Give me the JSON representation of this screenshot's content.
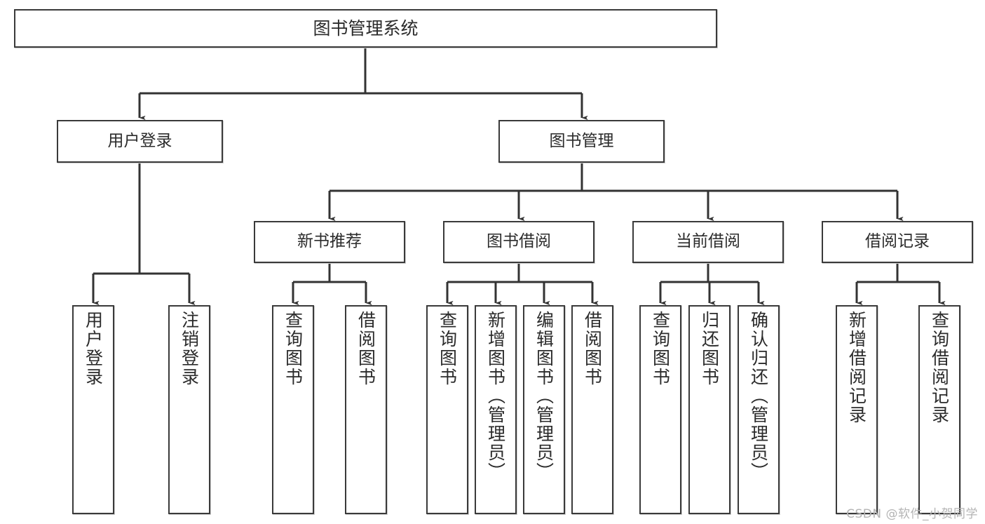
{
  "diagram": {
    "title": "图书管理系统",
    "type": "tree-hierarchy-chart",
    "colors": {
      "box_border": "#3a3a3a",
      "box_fill": "#ffffff",
      "connector": "#333333",
      "text": "#2b2b2b",
      "watermark": "#b4b4b4",
      "background": "#ffffff"
    },
    "watermark": "CSDN @软件_小贺同学"
  },
  "nodes": {
    "root": {
      "label": "图书管理系统"
    },
    "level2": [
      {
        "id": "user-login",
        "label": "用户登录"
      },
      {
        "id": "book-management",
        "label": "图书管理"
      }
    ],
    "level3": [
      {
        "id": "new-book-recommend",
        "label": "新书推荐"
      },
      {
        "id": "book-borrow",
        "label": "图书借阅"
      },
      {
        "id": "current-borrow",
        "label": "当前借阅"
      },
      {
        "id": "borrow-record",
        "label": "借阅记录"
      }
    ],
    "leaves_user_login": [
      {
        "id": "leaf-user-login",
        "label": "用户登录"
      },
      {
        "id": "leaf-logout",
        "label": "注销登录"
      }
    ],
    "leaves_new_book_recommend": [
      {
        "id": "leaf-query-book-1",
        "label": "查询图书"
      },
      {
        "id": "leaf-borrow-book-1",
        "label": "借阅图书"
      }
    ],
    "leaves_book_borrow": [
      {
        "id": "leaf-query-book-2",
        "label": "查询图书"
      },
      {
        "id": "leaf-add-book",
        "label": "新增图书（管理员）"
      },
      {
        "id": "leaf-edit-book",
        "label": "编辑图书（管理员）"
      },
      {
        "id": "leaf-borrow-book-2",
        "label": "借阅图书"
      }
    ],
    "leaves_current_borrow": [
      {
        "id": "leaf-query-book-3",
        "label": "查询图书"
      },
      {
        "id": "leaf-return-book",
        "label": "归还图书"
      },
      {
        "id": "leaf-confirm-return",
        "label": "确认归还（管理员）"
      }
    ],
    "leaves_borrow_record": [
      {
        "id": "leaf-add-record",
        "label": "新增借阅记录"
      },
      {
        "id": "leaf-query-record",
        "label": "查询借阅记录"
      }
    ]
  }
}
